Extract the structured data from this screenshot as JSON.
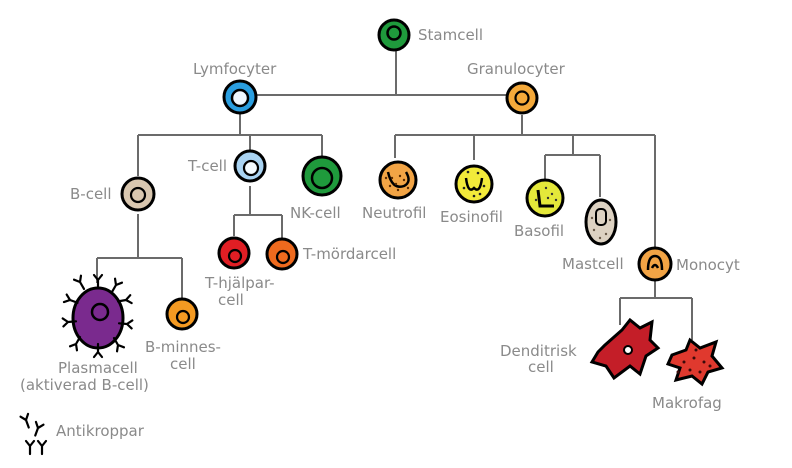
{
  "labels": {
    "stamcell": "Stamcell",
    "lymfocyter": "Lymfocyter",
    "granulocyter": "Granulocyter",
    "b_cell": "B-cell",
    "t_cell": "T-cell",
    "nk_cell": "NK-cell",
    "neutrofil": "Neutrofil",
    "eosinofil": "Eosinofil",
    "basofil": "Basofil",
    "mastcell": "Mastcell",
    "monocyt": "Monocyt",
    "t_mordarcell": "T-mördarcell",
    "t_hjalpar_1": "T-hjälpar-",
    "t_hjalpar_2": "cell",
    "b_minnes_1": "B-minnes-",
    "b_minnes_2": "cell",
    "plasmacell_1": "Plasmacell",
    "plasmacell_2": "(aktiverad B-cell)",
    "denditrisk_1": "Denditrisk",
    "denditrisk_2": "cell",
    "makrofag": "Makrofag",
    "antikroppar": "Antikroppar"
  },
  "colors": {
    "stamcell": "#1f9a3c",
    "lymfocyt": "#2a9ee0",
    "granulocyt": "#f4a93a",
    "b_cell": "#d9c7b0",
    "t_cell": "#a9d3f2",
    "nk_cell": "#1f9a3c",
    "neutrofil": "#f2a445",
    "eosinofil": "#f2ea3a",
    "basofil": "#e4e83a",
    "mastcell": "#ddd2c2",
    "monocyt": "#f2a445",
    "t_hjalpar": "#e01e24",
    "t_mordar": "#ee6a1e",
    "b_minnes": "#f49a22",
    "plasmacell": "#7a2a8e",
    "dendritic": "#c41e28",
    "makrofag": "#e0392e",
    "line": "#6b6b6b",
    "text": "#8a8a8a"
  }
}
